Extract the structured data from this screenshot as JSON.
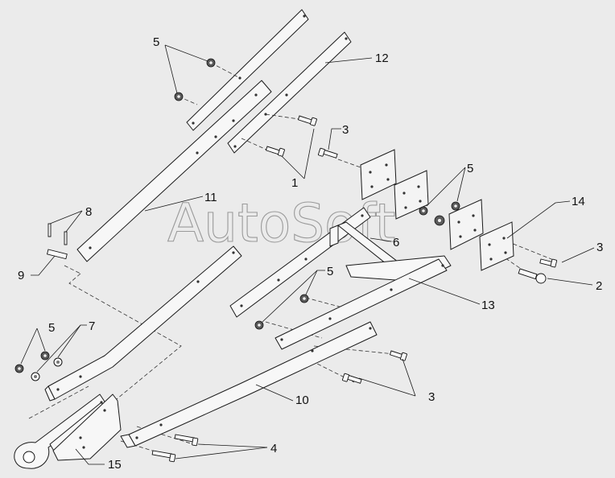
{
  "watermark": "AutoSoft",
  "callouts": {
    "c1": "1",
    "c2": "2",
    "c3a": "3",
    "c3b": "3",
    "c3c": "3",
    "c4": "4",
    "c5a": "5",
    "c5b": "5",
    "c5c": "5",
    "c5d": "5",
    "c6": "6",
    "c7": "7",
    "c8": "8",
    "c9": "9",
    "c10": "10",
    "c11": "11",
    "c12": "12",
    "c13": "13",
    "c14": "14",
    "c15": "15"
  }
}
